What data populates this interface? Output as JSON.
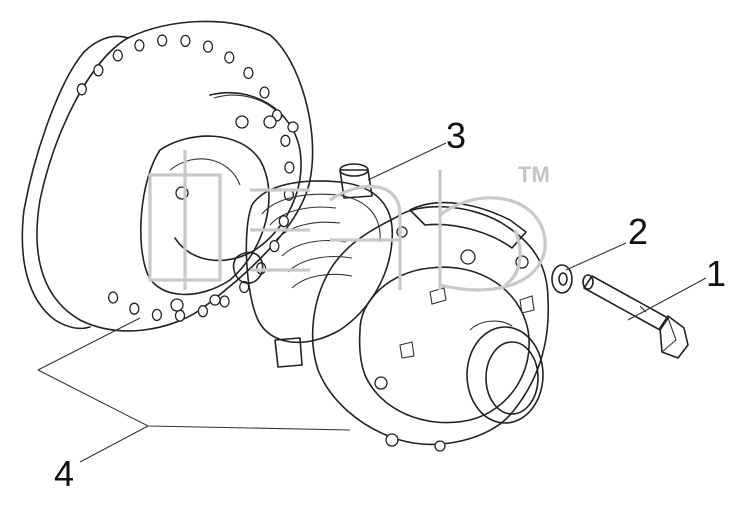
{
  "callouts": [
    {
      "label": "1"
    },
    {
      "label": "2"
    },
    {
      "label": "3"
    },
    {
      "label": "4"
    }
  ],
  "watermark": {
    "text": "TM",
    "color": "#c4c4c4"
  },
  "colors": {
    "line": "#222222",
    "background": "#ffffff"
  }
}
